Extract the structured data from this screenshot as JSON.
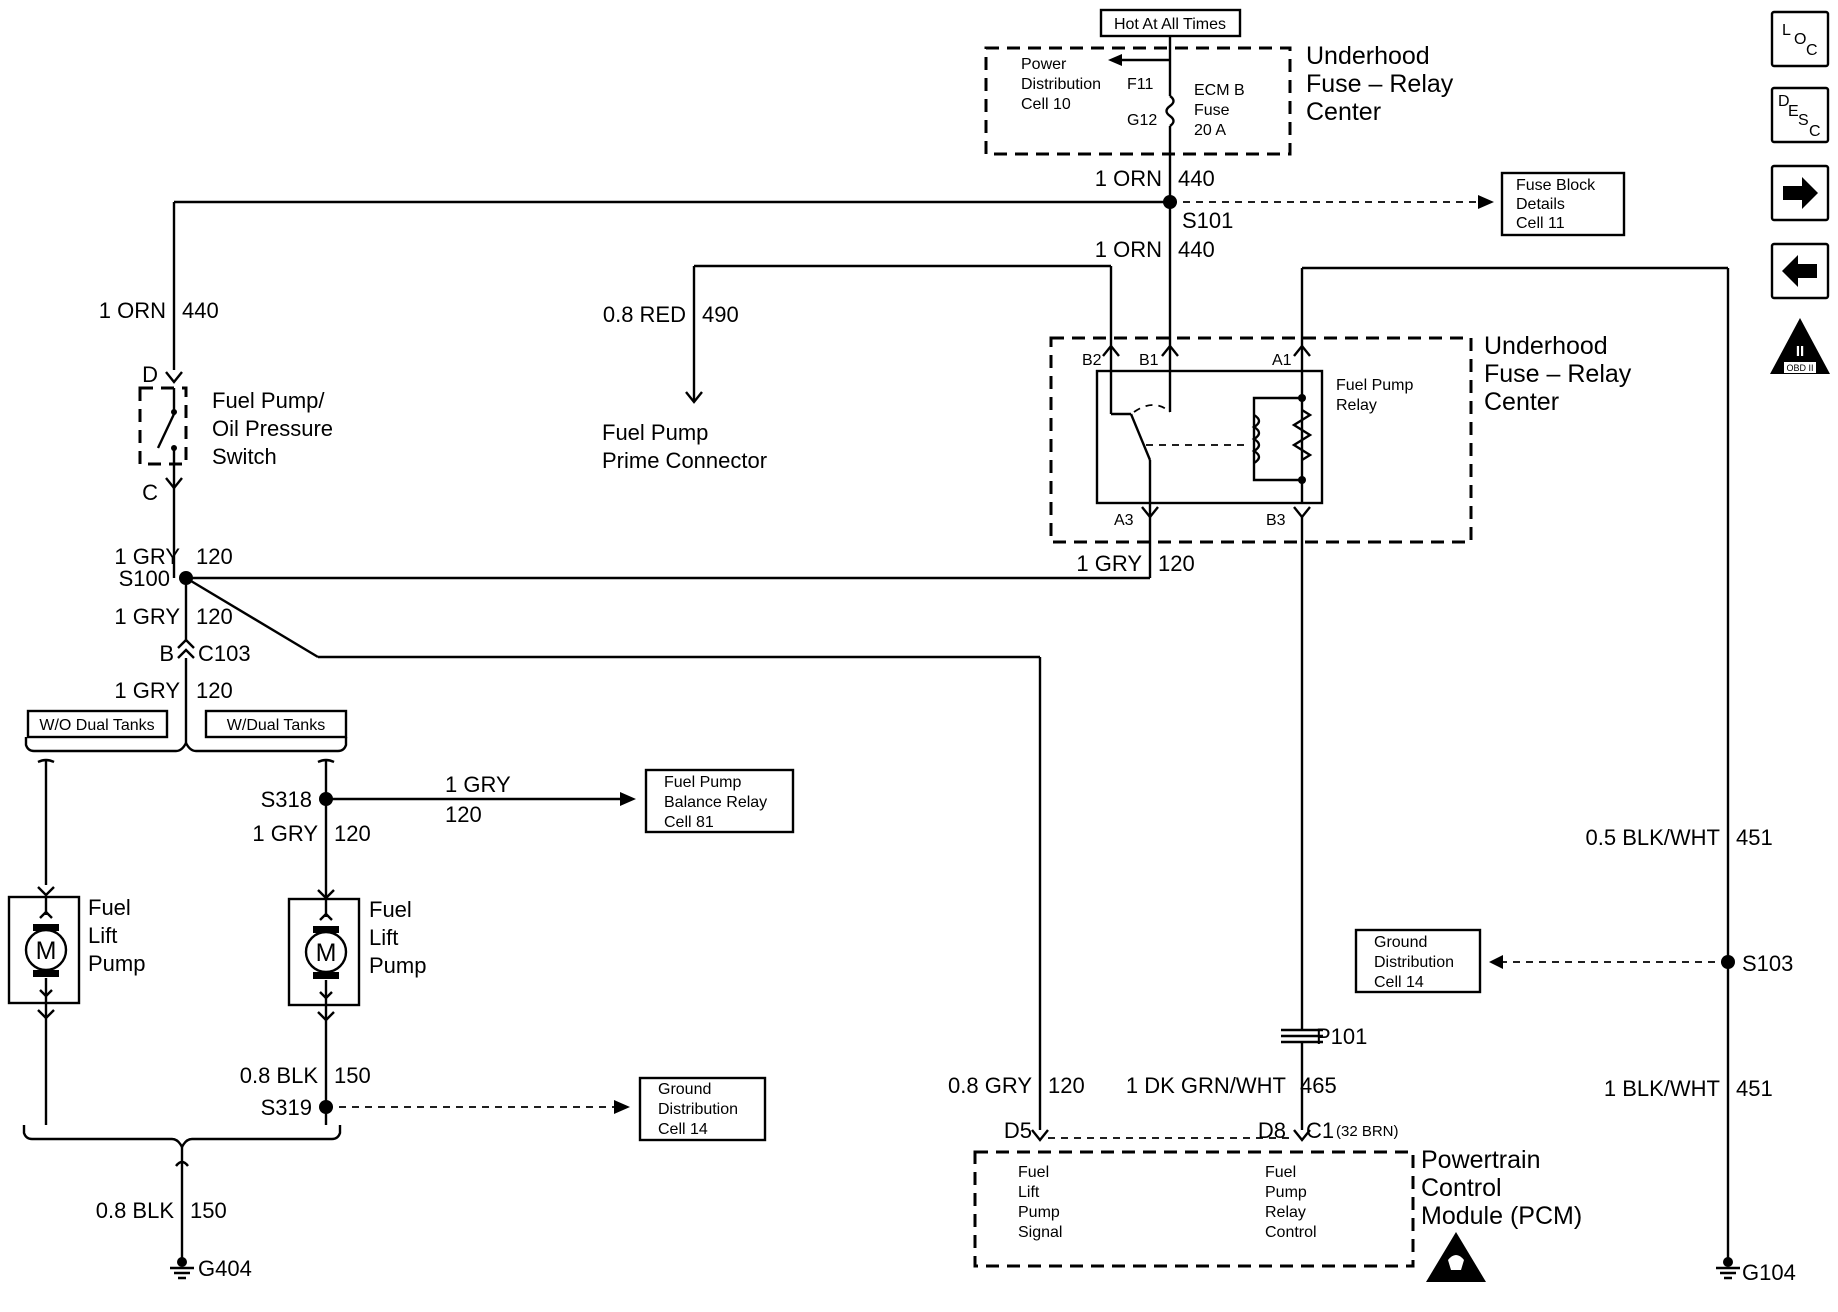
{
  "top_fuse_block": {
    "hot_label": "Hot At All Times",
    "power_dist_lines": [
      "Power",
      "Distribution",
      "Cell 10"
    ],
    "fuse_pin_top": "F11",
    "fuse_pin_bottom": "G12",
    "fuse_lines": [
      "ECM B",
      "Fuse",
      "20 A"
    ],
    "title_lines": [
      "Underhood",
      "Fuse – Relay",
      "Center"
    ]
  },
  "splices": {
    "s101": "S101",
    "s100": "S100",
    "s318": "S318",
    "s319": "S319",
    "s103": "S103",
    "c103": "C103",
    "c103_pin": "B",
    "p101": "P101"
  },
  "wires": {
    "orn_top": {
      "gauge": "1 ORN",
      "circuit": "440"
    },
    "orn_mid": {
      "gauge": "1 ORN",
      "circuit": "440"
    },
    "orn_left": {
      "gauge": "1 ORN",
      "circuit": "440"
    },
    "red": {
      "gauge": "0.8 RED",
      "circuit": "490"
    },
    "gry_a3": {
      "gauge": "1 GRY",
      "circuit": "120"
    },
    "gry_s100_top": {
      "gauge": "1 GRY",
      "circuit": "120"
    },
    "gry_s100_bot": {
      "gauge": "1 GRY",
      "circuit": "120"
    },
    "gry_c103": {
      "gauge": "1 GRY",
      "circuit": "120"
    },
    "gry_balance": {
      "gauge": "1 GRY",
      "circuit": "120"
    },
    "gry_s318": {
      "gauge": "1 GRY",
      "circuit": "120"
    },
    "blk_s319": {
      "gauge": "0.8 BLK",
      "circuit": "150"
    },
    "blk_g404": {
      "gauge": "0.8 BLK",
      "circuit": "150"
    },
    "gry_d5": {
      "gauge": "0.8 GRY",
      "circuit": "120"
    },
    "grn_d8": {
      "gauge": "1 DK GRN/WHT",
      "circuit": "465"
    },
    "blkwht_top": {
      "gauge": "0.5 BLK/WHT",
      "circuit": "451"
    },
    "blkwht_bot": {
      "gauge": "1 BLK/WHT",
      "circuit": "451"
    }
  },
  "switch": {
    "pin_top": "D",
    "pin_bottom": "C",
    "label_lines": [
      "Fuel Pump/",
      "Oil Pressure",
      "Switch"
    ]
  },
  "prime_connector_lines": [
    "Fuel Pump",
    "Prime Connector"
  ],
  "relay_center": {
    "pins": {
      "b2": "B2",
      "b1": "B1",
      "a1": "A1",
      "a3": "A3",
      "b3": "B3"
    },
    "relay_lines": [
      "Fuel Pump",
      "Relay"
    ],
    "title_lines": [
      "Underhood",
      "Fuse – Relay",
      "Center"
    ]
  },
  "ref_boxes": {
    "fuse_block": [
      "Fuse Block",
      "Details",
      "Cell 11"
    ],
    "balance_relay": [
      "Fuel Pump",
      "Balance Relay",
      "Cell 81"
    ],
    "ground_left": [
      "Ground",
      "Distribution",
      "Cell 14"
    ],
    "ground_right": [
      "Ground",
      "Distribution",
      "Cell 14"
    ]
  },
  "options": {
    "without": "W/O Dual Tanks",
    "with": "W/Dual Tanks"
  },
  "pumps": {
    "left_lines": [
      "Fuel",
      "Lift",
      "Pump"
    ],
    "right_lines": [
      "Fuel",
      "Lift",
      "Pump"
    ],
    "motor_letter": "M"
  },
  "grounds": {
    "g404": "G404",
    "g104": "G104"
  },
  "pcm": {
    "pin_d5": "D5",
    "pin_d8": "D8",
    "connector": "C1",
    "connector_note": "(32 BRN)",
    "signal_lines": [
      "Fuel",
      "Lift",
      "Pump",
      "Signal"
    ],
    "relay_ctrl_lines": [
      "Fuel",
      "Pump",
      "Relay",
      "Control"
    ],
    "title_lines": [
      "Powertrain",
      "Control",
      "Module (PCM)"
    ]
  },
  "nav": {
    "loc": {
      "big": "L",
      "sub": "O",
      "sub2": "C"
    },
    "desc": {
      "big": "D",
      "sub": "E",
      "sub2": "S",
      "sub3": "C"
    },
    "obd_label": "OBD II",
    "obd_roman": "II",
    "icons": [
      "loc-icon",
      "desc-icon",
      "next-arrow-icon",
      "previous-arrow-icon",
      "obd-ii-icon",
      "esd-warning-icon"
    ]
  }
}
